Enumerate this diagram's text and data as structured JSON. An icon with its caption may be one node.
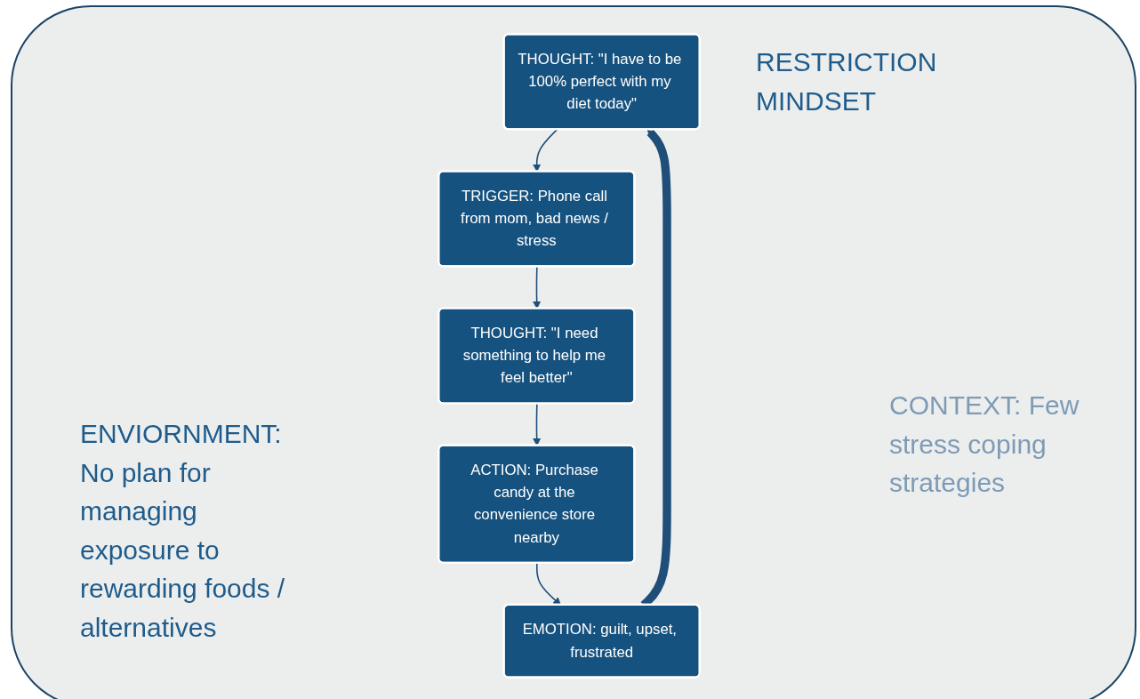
{
  "diagram": {
    "nodes": [
      {
        "text": [
          "THOUGHT: \"I have to be 100% perfect with my diet today\""
        ]
      },
      {
        "text": [
          "TRIGGER: Phone call from mom, bad news / stress"
        ]
      },
      {
        "text": [
          "THOUGHT: \"I need something to help me feel better\""
        ]
      },
      {
        "text": [
          "ACTION: Purchase candy at the convenience store nearby"
        ]
      },
      {
        "text": [
          "EMOTION: guilt, upset, frustrated"
        ]
      }
    ],
    "edges": [
      {
        "from": 0,
        "to": 1,
        "arrow": "to"
      },
      {
        "from": 1,
        "to": 2,
        "arrow": "to"
      },
      {
        "from": 2,
        "to": 3,
        "arrow": "to"
      },
      {
        "from": 3,
        "to": 4,
        "arrow": "to"
      },
      {
        "from": 4,
        "to": 0,
        "arrow": "to",
        "style": "thick"
      }
    ],
    "labels": [
      "RESTRICTION MINDSET",
      "CONTEXT: Few stress coping strategies",
      "ENVIORNMENT: No plan for managing exposure to rewarding foods / alternatives"
    ]
  }
}
